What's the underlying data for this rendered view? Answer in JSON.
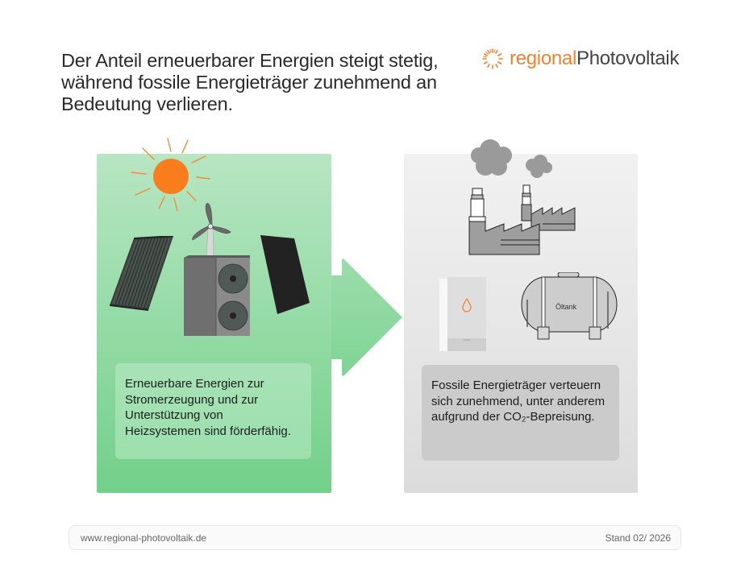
{
  "headline": "Der Anteil erneuerbarer Energien steigt stetig, während fossile Energieträger zunehmend an Bedeutung verlieren.",
  "logo": {
    "icon": "sun-rays-icon",
    "part1": "regional",
    "part2": "Photovoltaik",
    "accent_color": "#f0822f"
  },
  "renewable_panel": {
    "icons": [
      "sun-icon",
      "solar-thermal-collector-icon",
      "wind-turbine-icon",
      "heat-pump-icon",
      "pv-module-icon"
    ],
    "text": "Erneuerbare Energien zur Stromerzeugung und zur Unterstützung von Heizsystemen sind förderfähig.",
    "color": "#72d089"
  },
  "fossil_panel": {
    "icons": [
      "smoke-cloud-icon",
      "factory-icon",
      "gas-boiler-icon",
      "oil-tank-icon"
    ],
    "tank_label": "Öltank",
    "text": "Fossile Energieträger verteuern sich zunehmend, unter anderem aufgrund der CO₂-Bepreisung.",
    "color": "#dcdcdc"
  },
  "footer": {
    "url": "www.regional-photovoltaik.de",
    "stand": "Stand 02/ 2026"
  }
}
